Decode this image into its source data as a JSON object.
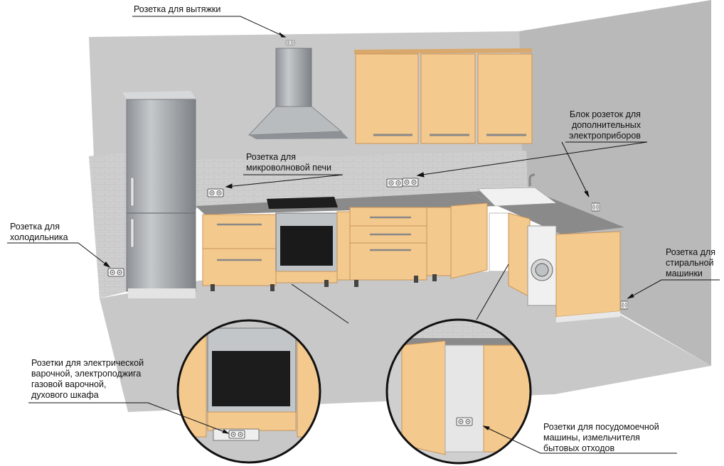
{
  "colors": {
    "wall": "#c9c9c9",
    "wall_side": "#b5b5b5",
    "floor": "#c4c4c4",
    "cabinet": "#f4c98d",
    "cabinet_edge": "#c9955a",
    "countertop": "#7d7d7d",
    "steel": "#a9adb0",
    "leader": "#111111"
  },
  "labels": {
    "hood": "Розетка для вытяжки",
    "microwave": "Розетка для\nмикроволновой печи",
    "extra_block": "Блок розеток для\nдополнительных\nэлектроприборов",
    "fridge": "Розетка для\nхолодильника",
    "washer": "Розетка для\nстиральной\nмашинки",
    "hob_oven": "Розетки для электрической\nварочной, электроподжига\nгазовой варочной,\nдухового шкафа",
    "dishwasher": "Розетки для посудомоечной\nмашины, измельчителя\nбытовых отходов"
  },
  "icons": {
    "socket": "double-socket-icon"
  }
}
